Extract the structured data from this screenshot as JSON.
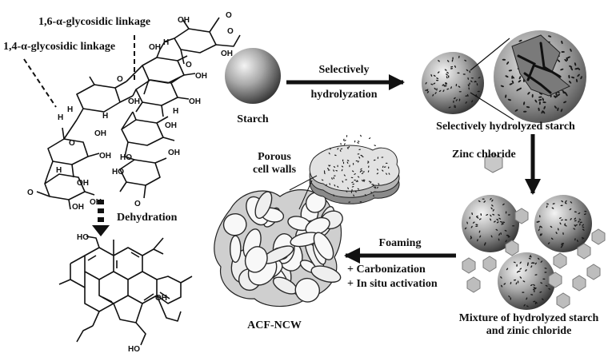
{
  "labels": {
    "linkage_16": "1,6-α-glycosidic linkage",
    "linkage_14": "1,4-α-glycosidic linkage",
    "dehydration": "Dehydration",
    "starch": "Starch",
    "selectively": "Selectively",
    "hydrolyzation": "hydrolyzation",
    "selectively_hydrolyzed_starch": "Selectively hydrolyzed starch",
    "zinc_chloride": "Zinc chloride",
    "porous_line1": "Porous",
    "porous_line2": "cell walls",
    "foaming": "Foaming",
    "carbonization": "+  Carbonization",
    "in_situ": "+ In situ activation",
    "mixture_line1": "Mixture of hydrolyzed starch",
    "mixture_line2": "and zinic chloride",
    "product": "ACF-NCW"
  },
  "atoms": {
    "oxygen": "O",
    "hydroxyl": "OH",
    "hydrogen": "H",
    "hydroxyl_left": "HO"
  },
  "colors": {
    "ink": "#111111",
    "sphere_light": "#f2f2f2",
    "sphere_dark": "#3a3a3a",
    "crystal": "#b8b8b8"
  }
}
